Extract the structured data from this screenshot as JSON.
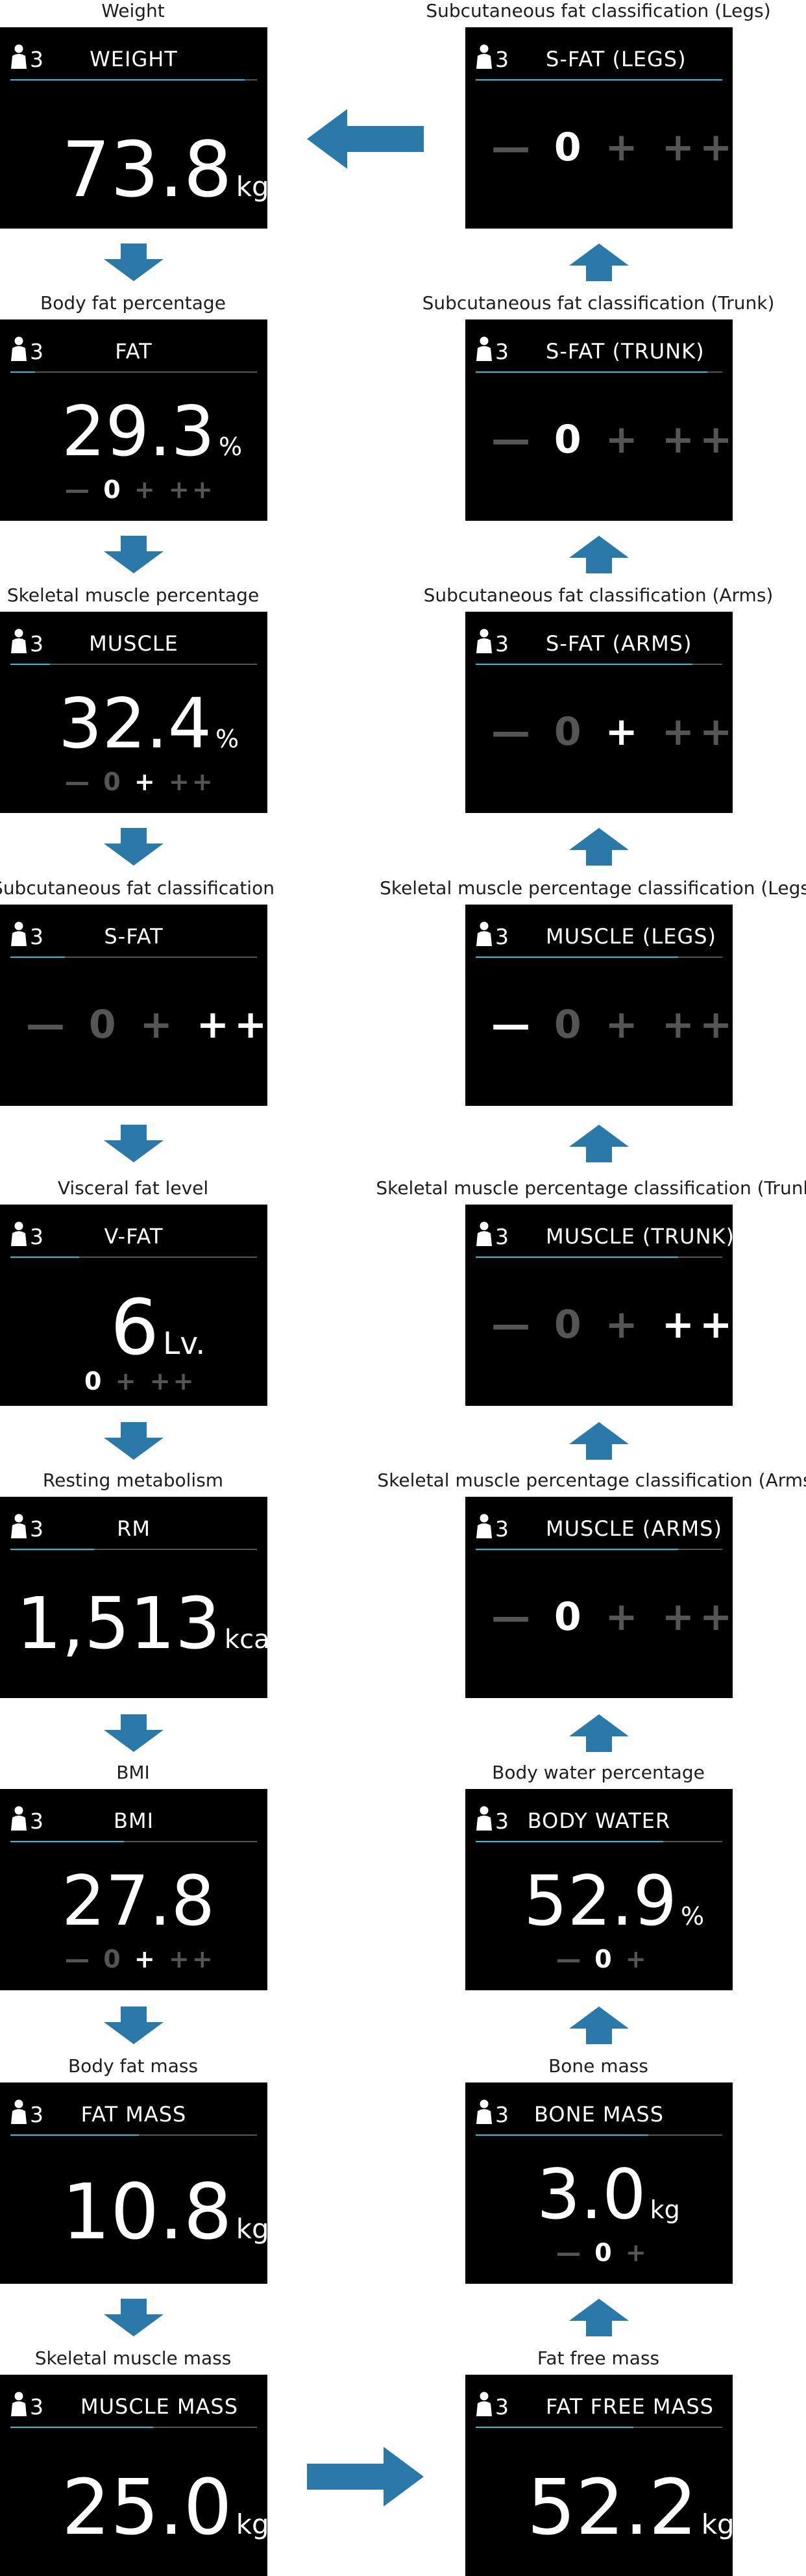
{
  "colors": {
    "accent": "#1ec8dc",
    "arrow": "#2b79a9",
    "screen": "#000000",
    "inactive": "#555555"
  },
  "user_number": "3",
  "icons": {
    "user": "person-icon",
    "arrow": "arrow-icon"
  },
  "screens": {
    "weight": {
      "caption": "Weight",
      "title": "WEIGHT",
      "value": "73.8",
      "unit": "kg",
      "progress": 0.95
    },
    "fat": {
      "caption": "Body fat percentage",
      "title": "FAT",
      "value": "29.3",
      "unit": "%",
      "progress": 0.1,
      "scale": [
        "—",
        "0",
        "+",
        "++"
      ],
      "active": 1
    },
    "muscle": {
      "caption": "Skeletal muscle percentage",
      "title": "MUSCLE",
      "value": "32.4",
      "unit": "%",
      "progress": 0.16,
      "scale": [
        "—",
        "0",
        "+",
        "++"
      ],
      "active": 2
    },
    "sfat": {
      "caption": "Subcutaneous fat classification",
      "title": "S-FAT",
      "progress": 0.22,
      "scale": [
        "—",
        "0",
        "+",
        "++"
      ],
      "active": 3
    },
    "vfat": {
      "caption": "Visceral fat level",
      "title": "V-FAT",
      "value": "6",
      "unit": "Lv.",
      "progress": 0.28,
      "scale": [
        "0",
        "+",
        "++"
      ],
      "active": 0
    },
    "rm": {
      "caption": "Resting metabolism",
      "title": "RM",
      "value": "1,513",
      "unit": "kcal",
      "progress": 0.34
    },
    "bmi": {
      "caption": "BMI",
      "title": "BMI",
      "value": "27.8",
      "progress": 0.46,
      "scale": [
        "—",
        "0",
        "+",
        "++"
      ],
      "active": 2
    },
    "fatmass": {
      "caption": "Body fat mass",
      "title": "FAT MASS",
      "value": "10.8",
      "unit": "kg",
      "progress": 0.52
    },
    "musclemass": {
      "caption": "Skeletal muscle mass",
      "title": "MUSCLE MASS",
      "value": "25.0",
      "unit": "kg",
      "progress": 0.58
    },
    "ffm": {
      "caption": "Fat free mass",
      "title": "FAT FREE MASS",
      "value": "52.2",
      "unit": "kg",
      "progress": 0.64
    },
    "bone": {
      "caption": "Bone mass",
      "title": "BONE MASS",
      "value": "3.0",
      "unit": "kg",
      "progress": 0.7,
      "scale": [
        "—",
        "0",
        "+"
      ],
      "active": 1
    },
    "water": {
      "caption": "Body water percentage",
      "title": "BODY WATER",
      "value": "52.9",
      "unit": "%",
      "progress": 0.76,
      "scale": [
        "—",
        "0",
        "+"
      ],
      "active": 1
    },
    "musclearms": {
      "caption": "Skeletal muscle percentage classification (Arms)",
      "title": "MUSCLE (ARMS)",
      "progress": 0.82,
      "scale": [
        "—",
        "0",
        "+",
        "++"
      ],
      "active": 1
    },
    "muscletrunk": {
      "caption": "Skeletal muscle percentage classification (Trunk)",
      "title": "MUSCLE (TRUNK)",
      "progress": 0.82,
      "scale": [
        "—",
        "0",
        "+",
        "++"
      ],
      "active": 3
    },
    "musclelegs": {
      "caption": "Skeletal muscle percentage classification (Legs)",
      "title": "MUSCLE (LEGS)",
      "progress": 0.82,
      "scale": [
        "—",
        "0",
        "+",
        "++"
      ],
      "active": 0
    },
    "sfatarms": {
      "caption": "Subcutaneous fat classification (Arms)",
      "title": "S-FAT (ARMS)",
      "progress": 0.88,
      "scale": [
        "—",
        "0",
        "+",
        "++"
      ],
      "active": 2
    },
    "sfattrunk": {
      "caption": "Subcutaneous fat classification (Trunk)",
      "title": "S-FAT (TRUNK)",
      "progress": 0.94,
      "scale": [
        "—",
        "0",
        "+",
        "++"
      ],
      "active": 1
    },
    "sfatlegs": {
      "caption": "Subcutaneous fat classification (Legs)",
      "title": "S-FAT (LEGS)",
      "progress": 1.0,
      "scale": [
        "—",
        "0",
        "+",
        "++"
      ],
      "active": 1
    }
  }
}
